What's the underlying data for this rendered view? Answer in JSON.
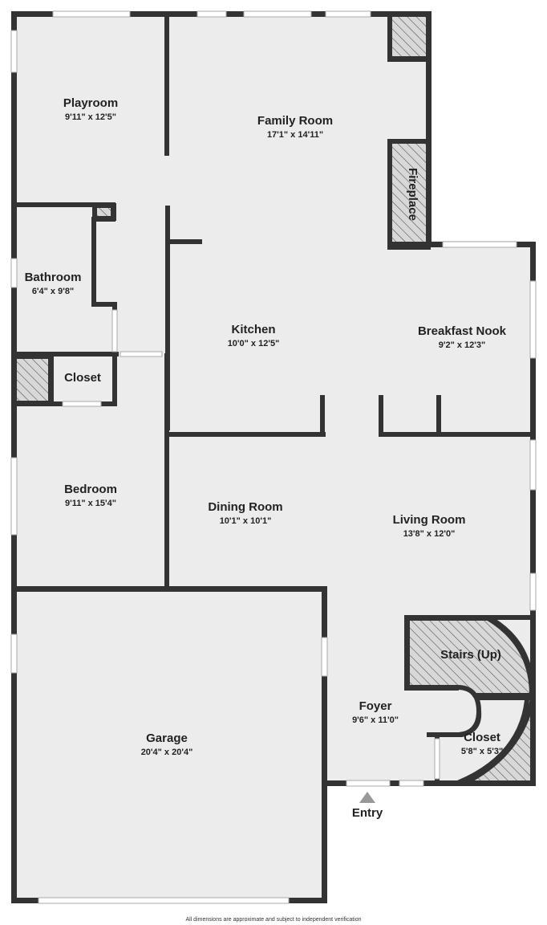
{
  "rooms": {
    "playroom": {
      "name": "Playroom",
      "dims": "9'11\" x 12'5\""
    },
    "family_room": {
      "name": "Family Room",
      "dims": "17'1\" x 14'11\""
    },
    "fireplace": {
      "name": "Fireplace"
    },
    "bathroom": {
      "name": "Bathroom",
      "dims": "6'4\" x 9'8\""
    },
    "kitchen": {
      "name": "Kitchen",
      "dims": "10'0\" x 12'5\""
    },
    "breakfast_nook": {
      "name": "Breakfast Nook",
      "dims": "9'2\" x 12'3\""
    },
    "closet_bed": {
      "name": "Closet"
    },
    "bedroom": {
      "name": "Bedroom",
      "dims": "9'11\" x 15'4\""
    },
    "dining_room": {
      "name": "Dining Room",
      "dims": "10'1\" x 10'1\""
    },
    "living_room": {
      "name": "Living Room",
      "dims": "13'8\" x 12'0\""
    },
    "stairs": {
      "name": "Stairs (Up)"
    },
    "foyer": {
      "name": "Foyer",
      "dims": "9'6\" x 11'0\""
    },
    "closet_foyer": {
      "name": "Closet",
      "dims": "5'8\" x 5'3\""
    },
    "garage": {
      "name": "Garage",
      "dims": "20'4\" x 20'4\""
    }
  },
  "entry": {
    "label": "Entry"
  },
  "footnote": "All dimensions are approximate and subject to independent verification",
  "colors": {
    "wall": "#333333",
    "floor": "#ececec",
    "hatch_fill": "#d8d8d8",
    "entry_arrow": "#999999"
  }
}
